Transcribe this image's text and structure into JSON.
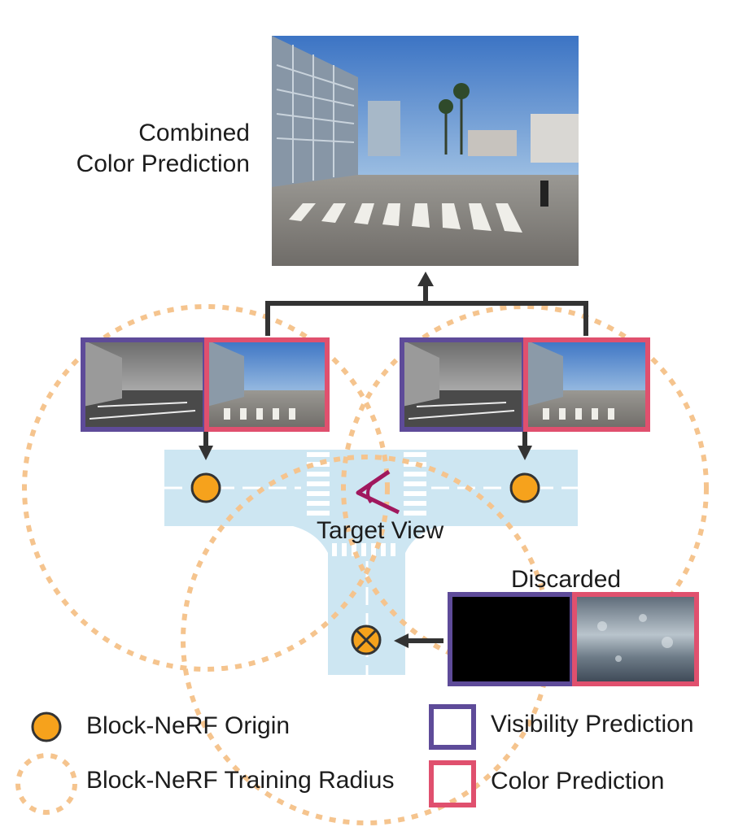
{
  "combined_label_line1": "Combined",
  "combined_label_line2": "Color Prediction",
  "target_view_label": "Target View",
  "discarded_label": "Discarded",
  "legend": {
    "origin": "Block-NeRF Origin",
    "radius": "Block-NeRF Training Radius",
    "visibility": "Visibility Prediction",
    "color": "Color Prediction"
  },
  "colors": {
    "visibility_border": "#5e4b99",
    "color_border": "#e0506e",
    "origin_fill": "#f6a21c",
    "radius_dash": "#f5c48e",
    "road": "#cde6f2",
    "arrow": "#333333",
    "target_view": "#a0185e"
  }
}
